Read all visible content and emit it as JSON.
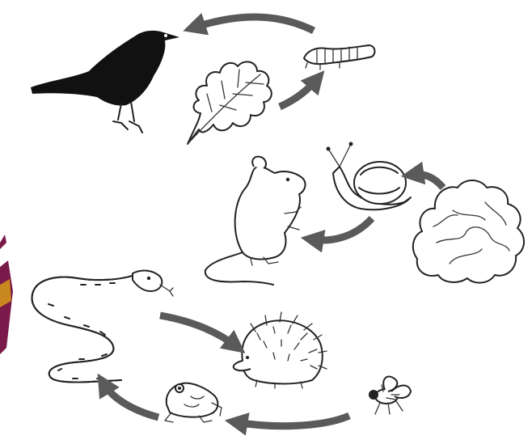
{
  "chains": [
    {
      "name": "chain-1",
      "organisms": [
        {
          "role": "producer",
          "icon": "oak-leaf-icon"
        },
        {
          "role": "consumer",
          "icon": "caterpillar-icon"
        },
        {
          "role": "consumer",
          "icon": "blackbird-icon"
        }
      ]
    },
    {
      "name": "chain-2",
      "organisms": [
        {
          "role": "producer",
          "icon": "lettuce-icon"
        },
        {
          "role": "consumer",
          "icon": "snail-icon"
        },
        {
          "role": "consumer",
          "icon": "mouse-icon"
        }
      ]
    },
    {
      "name": "chain-3",
      "organisms": [
        {
          "role": "consumer",
          "icon": "fly-icon"
        },
        {
          "role": "consumer",
          "icon": "frog-icon"
        },
        {
          "role": "consumer",
          "icon": "snake-icon"
        },
        {
          "role": "consumer",
          "icon": "hedgehog-icon"
        }
      ]
    }
  ],
  "colors": {
    "arrow": "#5a5a5a",
    "ink": "#222222",
    "edge_object": "#7a1a4a"
  }
}
